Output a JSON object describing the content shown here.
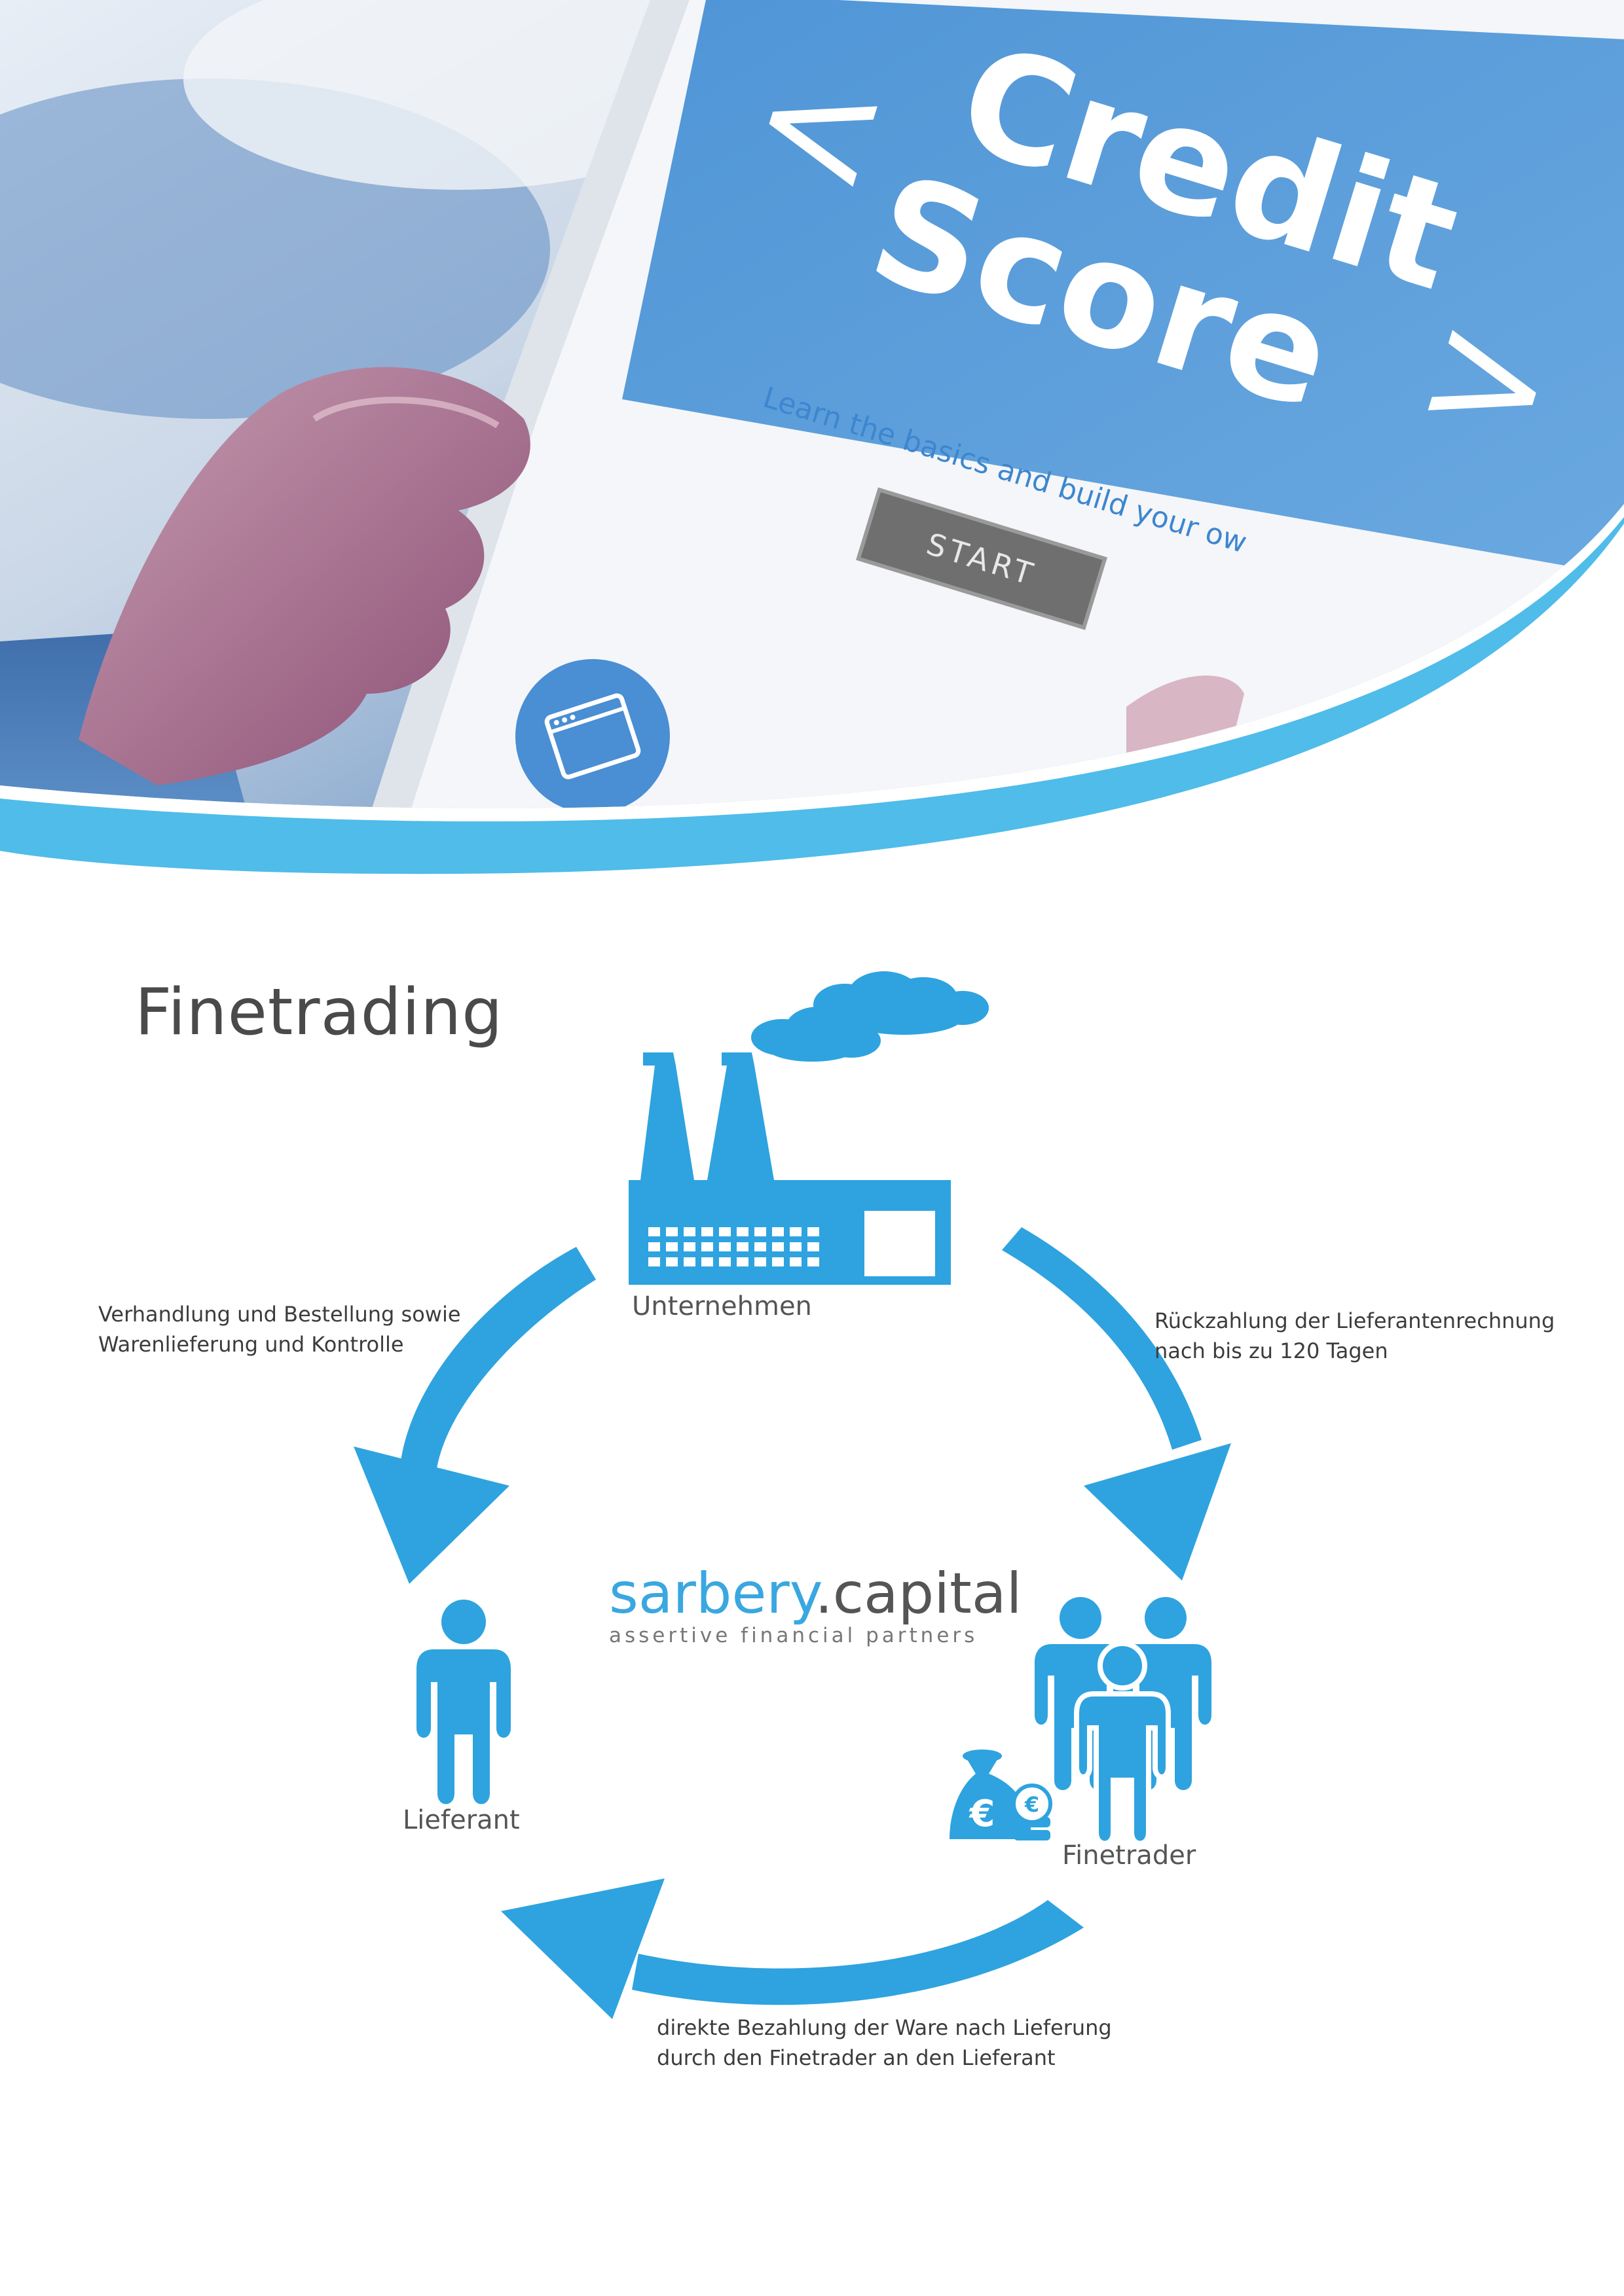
{
  "hero": {
    "screen_title_line1": "Credit",
    "screen_title_line2": "Score",
    "bracket_left": "<",
    "bracket_right": ">",
    "screen_subtitle": "Learn the basics and build your ow",
    "start_button": "START"
  },
  "page_title": "Finetrading",
  "nodes": {
    "company": "Unternehmen",
    "supplier": "Lieferant",
    "finetrader": "Finetrader"
  },
  "edges": {
    "left_line1": "Verhandlung und Bestellung sowie",
    "left_line2": "Warenlieferung und Kontrolle",
    "right_line1": "Rückzahlung der Lieferantenrechnung",
    "right_line2": "nach bis zu 120 Tagen",
    "bottom_line1": "direkte Bezahlung der Ware nach Lieferung",
    "bottom_line2": "durch den Finetrader an den Lieferant"
  },
  "logo": {
    "name_part1": "sarbery",
    "name_part2": ".capital",
    "tagline": "assertive financial partners"
  },
  "icons": {
    "currency_symbol": "€"
  },
  "colors": {
    "accent": "#2ea3df",
    "wave": "#4fbce9",
    "text": "#3c3c3c"
  }
}
